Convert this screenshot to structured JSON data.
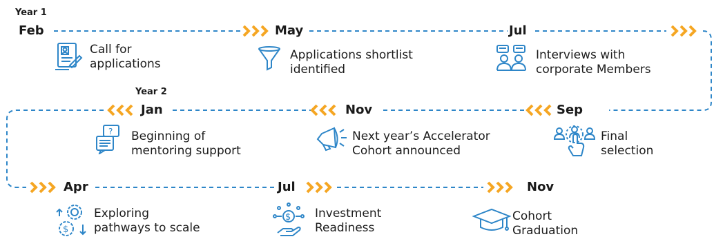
{
  "colors": {
    "line": "#2e86c8",
    "chevron": "#f5a623",
    "icon": "#2e86c8",
    "text": "#1d1d1d"
  },
  "year1": "Year 1",
  "year2": "Year 2",
  "milestones": [
    {
      "month": "Feb",
      "lines": [
        "Call for",
        "applications"
      ],
      "icon": "application-form-icon"
    },
    {
      "month": "May",
      "lines": [
        "Applications shortlist",
        "identified"
      ],
      "icon": "funnel-icon"
    },
    {
      "month": "Jul",
      "lines": [
        "Interviews with",
        "corporate Members"
      ],
      "icon": "interview-people-icon"
    },
    {
      "month": "Sep",
      "lines": [
        "Final",
        "selection"
      ],
      "icon": "selection-hand-icon"
    },
    {
      "month": "Nov",
      "lines": [
        "Next year’s Accelerator",
        "Cohort announced"
      ],
      "icon": "megaphone-icon"
    },
    {
      "month": "Jan",
      "lines": [
        "Beginning of",
        "mentoring support"
      ],
      "icon": "chat-document-icon"
    },
    {
      "month": "Apr",
      "lines": [
        "Exploring",
        "pathways to scale"
      ],
      "icon": "scaling-gears-icon"
    },
    {
      "month": "Jul",
      "lines": [
        "Investment",
        "Readiness"
      ],
      "icon": "investment-hand-icon"
    },
    {
      "month": "Nov",
      "lines": [
        "Cohort",
        "Graduation"
      ],
      "icon": "graduation-cap-icon"
    }
  ]
}
